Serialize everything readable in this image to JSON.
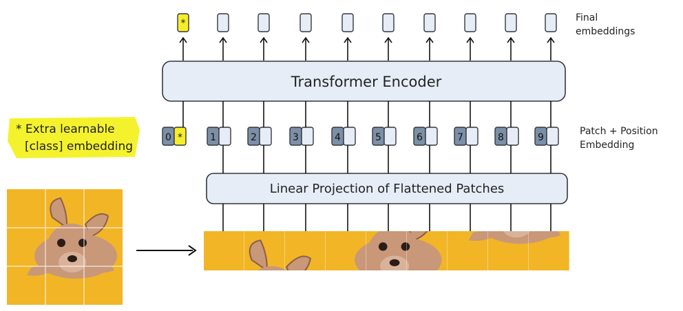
{
  "encoder": {
    "label": "Transformer Encoder"
  },
  "projection": {
    "label": "Linear Projection of Flattened Patches"
  },
  "outputs": {
    "label_line1": "Final",
    "label_line2": "embeddings",
    "class_marker": "*"
  },
  "embeddings": {
    "label_line1": "Patch + Position",
    "label_line2": "Embedding",
    "class_token": {
      "position": "0",
      "marker": "*"
    },
    "patch_positions": [
      "1",
      "2",
      "3",
      "4",
      "5",
      "6",
      "7",
      "8",
      "9"
    ]
  },
  "class_note": {
    "line1": "* Extra learnable",
    "line2": "[class] embedding"
  },
  "image": {
    "description_icon": "puppy-photo-icon",
    "grid": "3x3",
    "colors": {
      "background": "#f2b526",
      "dog": "#c99878",
      "dog_dark": "#8d5f46"
    }
  },
  "colors": {
    "box_fill": "#e6edf6",
    "box_stroke": "#33373d",
    "position_fill": "#7b8fa7",
    "class_highlight": "#f7ee2b",
    "note_highlight": "#f4f22d",
    "line": "#111111"
  }
}
